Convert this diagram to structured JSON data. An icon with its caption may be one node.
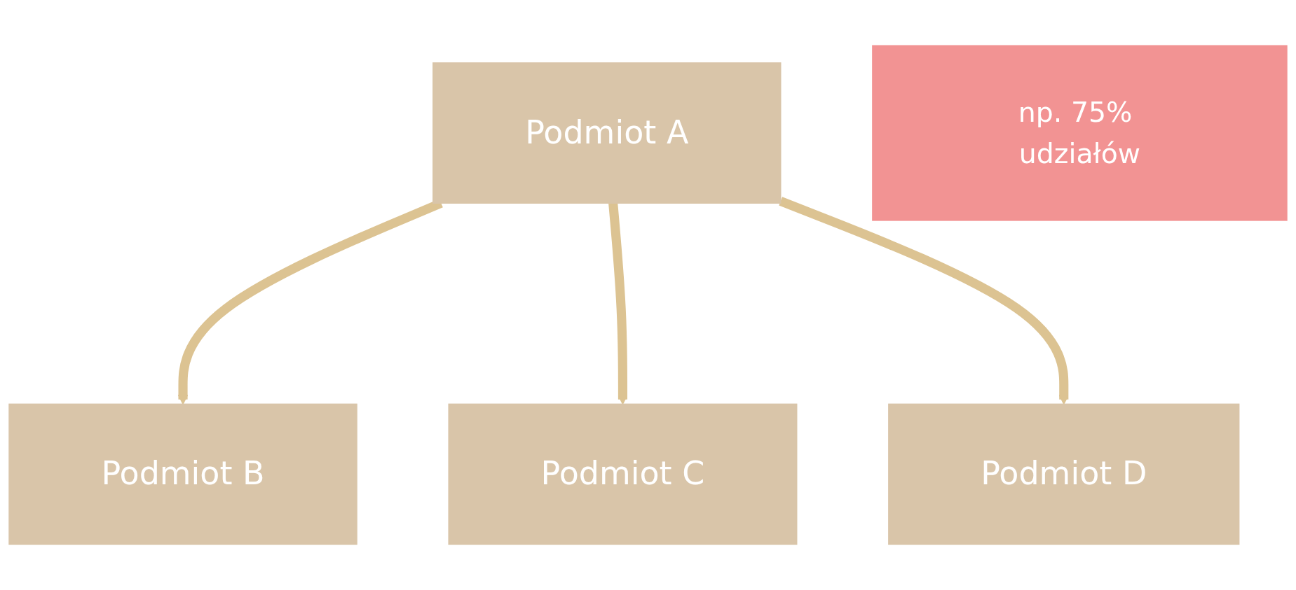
{
  "diagram": {
    "nodes": [
      {
        "text": [
          "Podmiot A"
        ]
      },
      {
        "text": [
          "Podmiot B"
        ]
      },
      {
        "text": [
          "Podmiot C"
        ]
      },
      {
        "text": [
          "Podmiot D"
        ]
      },
      {
        "text": [
          "np. 75% udziałów"
        ]
      }
    ],
    "edges": [
      {
        "from": 0,
        "to": 1,
        "arrow": "to"
      },
      {
        "from": 0,
        "to": 2,
        "arrow": "to"
      },
      {
        "from": 0,
        "to": 3,
        "arrow": "to"
      }
    ]
  }
}
